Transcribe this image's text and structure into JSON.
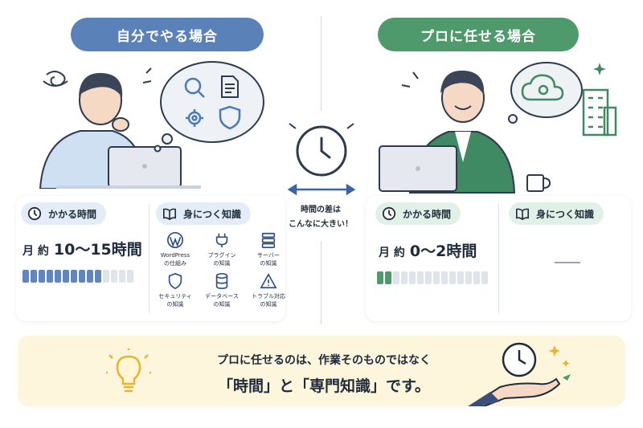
{
  "headers": {
    "self": "自分でやる場合",
    "pro": "プロに任せる場合"
  },
  "self_card": {
    "time_tag": "かかる時間",
    "time_prefix": "月 約",
    "time_value": "10〜15時間",
    "bar_filled": 10,
    "bar_total": 14,
    "knowledge_tag": "身につく知識",
    "knowledge_items": [
      {
        "label": "WordPress\nの仕組み",
        "icon": "wordpress-icon"
      },
      {
        "label": "プラグイン\nの知識",
        "icon": "plugin-icon"
      },
      {
        "label": "サーバー\nの知識",
        "icon": "server-icon"
      },
      {
        "label": "セキュリティ\nの知識",
        "icon": "shield-icon"
      },
      {
        "label": "データベース\nの知識",
        "icon": "database-icon"
      },
      {
        "label": "トラブル対応\nの知識",
        "icon": "warning-icon"
      }
    ]
  },
  "pro_card": {
    "time_tag": "かかる時間",
    "time_prefix": "月 約",
    "time_value": "0〜2時間",
    "bar_filled": 2,
    "bar_total": 14,
    "knowledge_tag": "身につく知識"
  },
  "center_note": {
    "line1": "時間の差は",
    "line2": "こんなに大きい！"
  },
  "banner": {
    "line1": "プロに任せるのは、作業そのものではなく",
    "line2": "「時間」と「専門知識」です。"
  },
  "colors": {
    "self_accent": "#5a82b8",
    "pro_accent": "#4f9a6c",
    "bar_self": "#5f86c0",
    "bar_pro": "#4f9a6c",
    "bar_empty": "#dfe3ea",
    "banner_bg": "#fdf5dc"
  }
}
